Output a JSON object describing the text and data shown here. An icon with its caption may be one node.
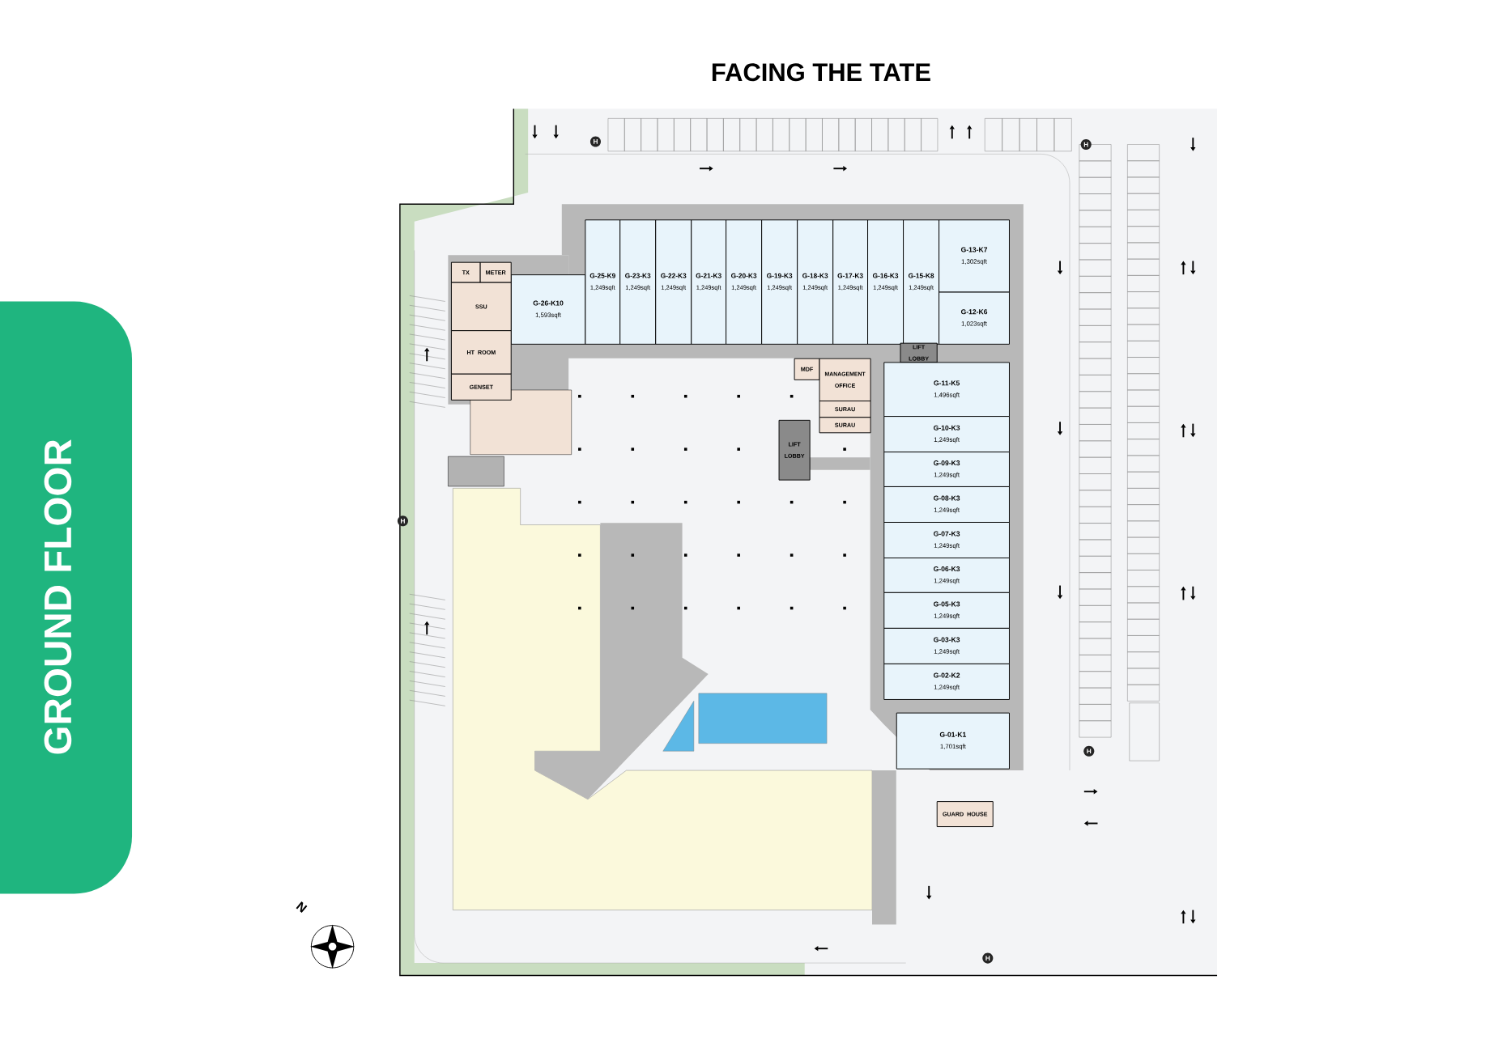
{
  "diagram": {
    "title": "FACING THE TATE",
    "nodes": [
      {
        "text": [
          "G-26-K10",
          "1,593sqft"
        ]
      },
      {
        "text": [
          "G-25-K9",
          "1,249sqft"
        ]
      },
      {
        "text": [
          "G-23-K3",
          "1,249sqft"
        ]
      },
      {
        "text": [
          "G-22-K3",
          "1,249sqft"
        ]
      },
      {
        "text": [
          "G-21-K3",
          "1,249sqft"
        ]
      },
      {
        "text": [
          "G-20-K3",
          "1,249sqft"
        ]
      },
      {
        "text": [
          "G-19-K3",
          "1,249sqft"
        ]
      },
      {
        "text": [
          "G-18-K3",
          "1,249sqft"
        ]
      },
      {
        "text": [
          "G-17-K3",
          "1,249sqft"
        ]
      },
      {
        "text": [
          "G-16-K3",
          "1,249sqft"
        ]
      },
      {
        "text": [
          "G-15-K8",
          "1,249sqft"
        ]
      },
      {
        "text": [
          "G-13-K7",
          "1,302sqft"
        ]
      },
      {
        "text": [
          "G-12-K6",
          "1,023sqft"
        ]
      },
      {
        "text": [
          "TX"
        ]
      },
      {
        "text": [
          "METER"
        ]
      },
      {
        "text": [
          "SSU"
        ]
      },
      {
        "text": [
          "HT ROOM"
        ]
      },
      {
        "text": [
          "GENSET"
        ]
      },
      {
        "text": [
          "MDF"
        ]
      },
      {
        "text": [
          "MANAGEMENT OFFICE"
        ]
      },
      {
        "text": [
          "SURAU"
        ]
      },
      {
        "text": [
          "SURAU"
        ]
      },
      {
        "text": [
          "LIFT LOBBY"
        ]
      },
      {
        "text": [
          "G-11-K5",
          "1,496sqft"
        ]
      },
      {
        "text": [
          "LIFT LOBBY"
        ]
      },
      {
        "text": [
          "G-10-K3",
          "1,249sqft"
        ]
      },
      {
        "text": [
          "G-09-K3",
          "1,249sqft"
        ]
      },
      {
        "text": [
          "G-08-K3",
          "1,249sqft"
        ]
      },
      {
        "text": [
          "G-07-K3",
          "1,249sqft"
        ]
      },
      {
        "text": [
          "G-06-K3",
          "1,249sqft"
        ]
      },
      {
        "text": [
          "G-05-K3",
          "1,249sqft"
        ]
      },
      {
        "text": [
          "G-03-K3",
          "1,249sqft"
        ]
      },
      {
        "text": [
          "G-02-K2",
          "1,249sqft"
        ]
      },
      {
        "text": [
          "G-01-K1",
          "1,701sqft"
        ]
      },
      {
        "text": [
          "GUARD HOUSE"
        ]
      }
    ],
    "labels": [
      "GROUND FLOOR",
      "N",
      "H",
      "H",
      "H",
      "H",
      "H"
    ]
  }
}
